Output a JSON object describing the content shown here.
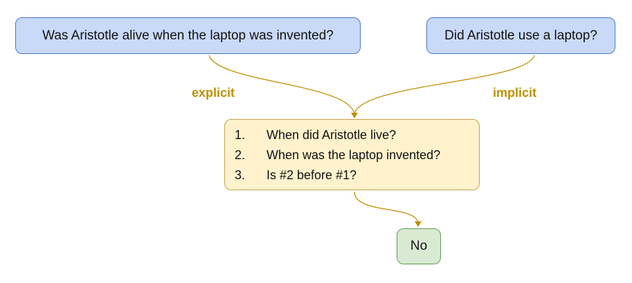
{
  "questions": {
    "explicit": "Was Aristotle alive when the laptop was invented?",
    "implicit": "Did Aristotle use a laptop?"
  },
  "edge_labels": {
    "explicit": "explicit",
    "implicit": "implicit"
  },
  "decomposition": {
    "steps": [
      {
        "number": "1.",
        "text": "When did Aristotle live?"
      },
      {
        "number": "2.",
        "text": "When was the laptop invented?"
      },
      {
        "number": "3.",
        "text": "Is #2 before #1?"
      }
    ]
  },
  "answer": "No",
  "colors": {
    "question_fill": "#c9daf8",
    "question_border": "#4a74c9",
    "steps_fill": "#fff2cc",
    "steps_border": "#c9a24a",
    "answer_fill": "#d9ead3",
    "answer_border": "#5d9b52",
    "connector": "#bf9000"
  }
}
